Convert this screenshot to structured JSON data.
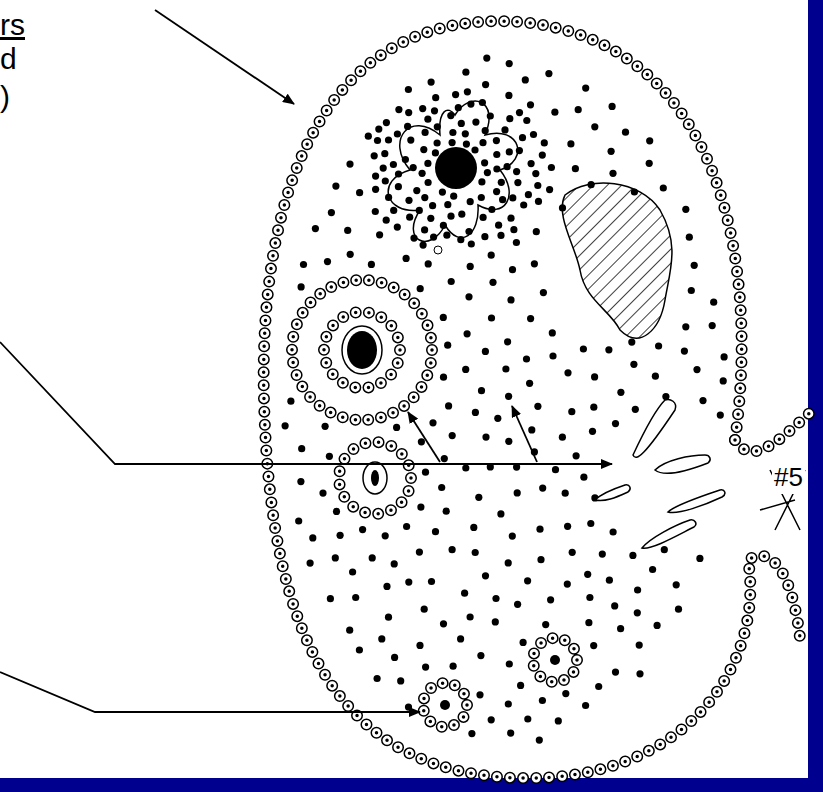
{
  "diagram": {
    "labels": [
      "rs",
      "d",
      ")",
      "#5"
    ]
  }
}
